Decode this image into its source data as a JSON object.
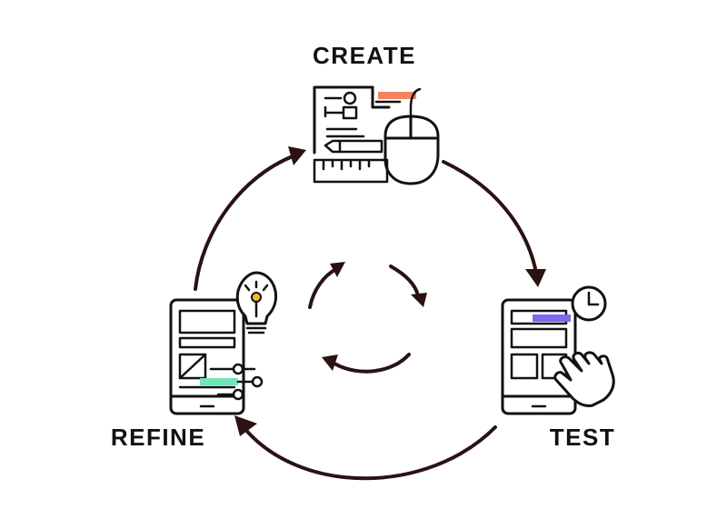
{
  "diagram": {
    "stages": [
      {
        "label": "CREATE",
        "icon": "design-tools-icon",
        "accent": "#f4845f"
      },
      {
        "label": "TEST",
        "icon": "tablet-touch-icon",
        "accent": "#7b68ee"
      },
      {
        "label": "REFINE",
        "icon": "tablet-idea-icon",
        "accent": "#6ee7b7"
      }
    ],
    "colors": {
      "arrow": "#2a1212",
      "line": "#111111",
      "bulb_center": "#f5b731"
    }
  }
}
